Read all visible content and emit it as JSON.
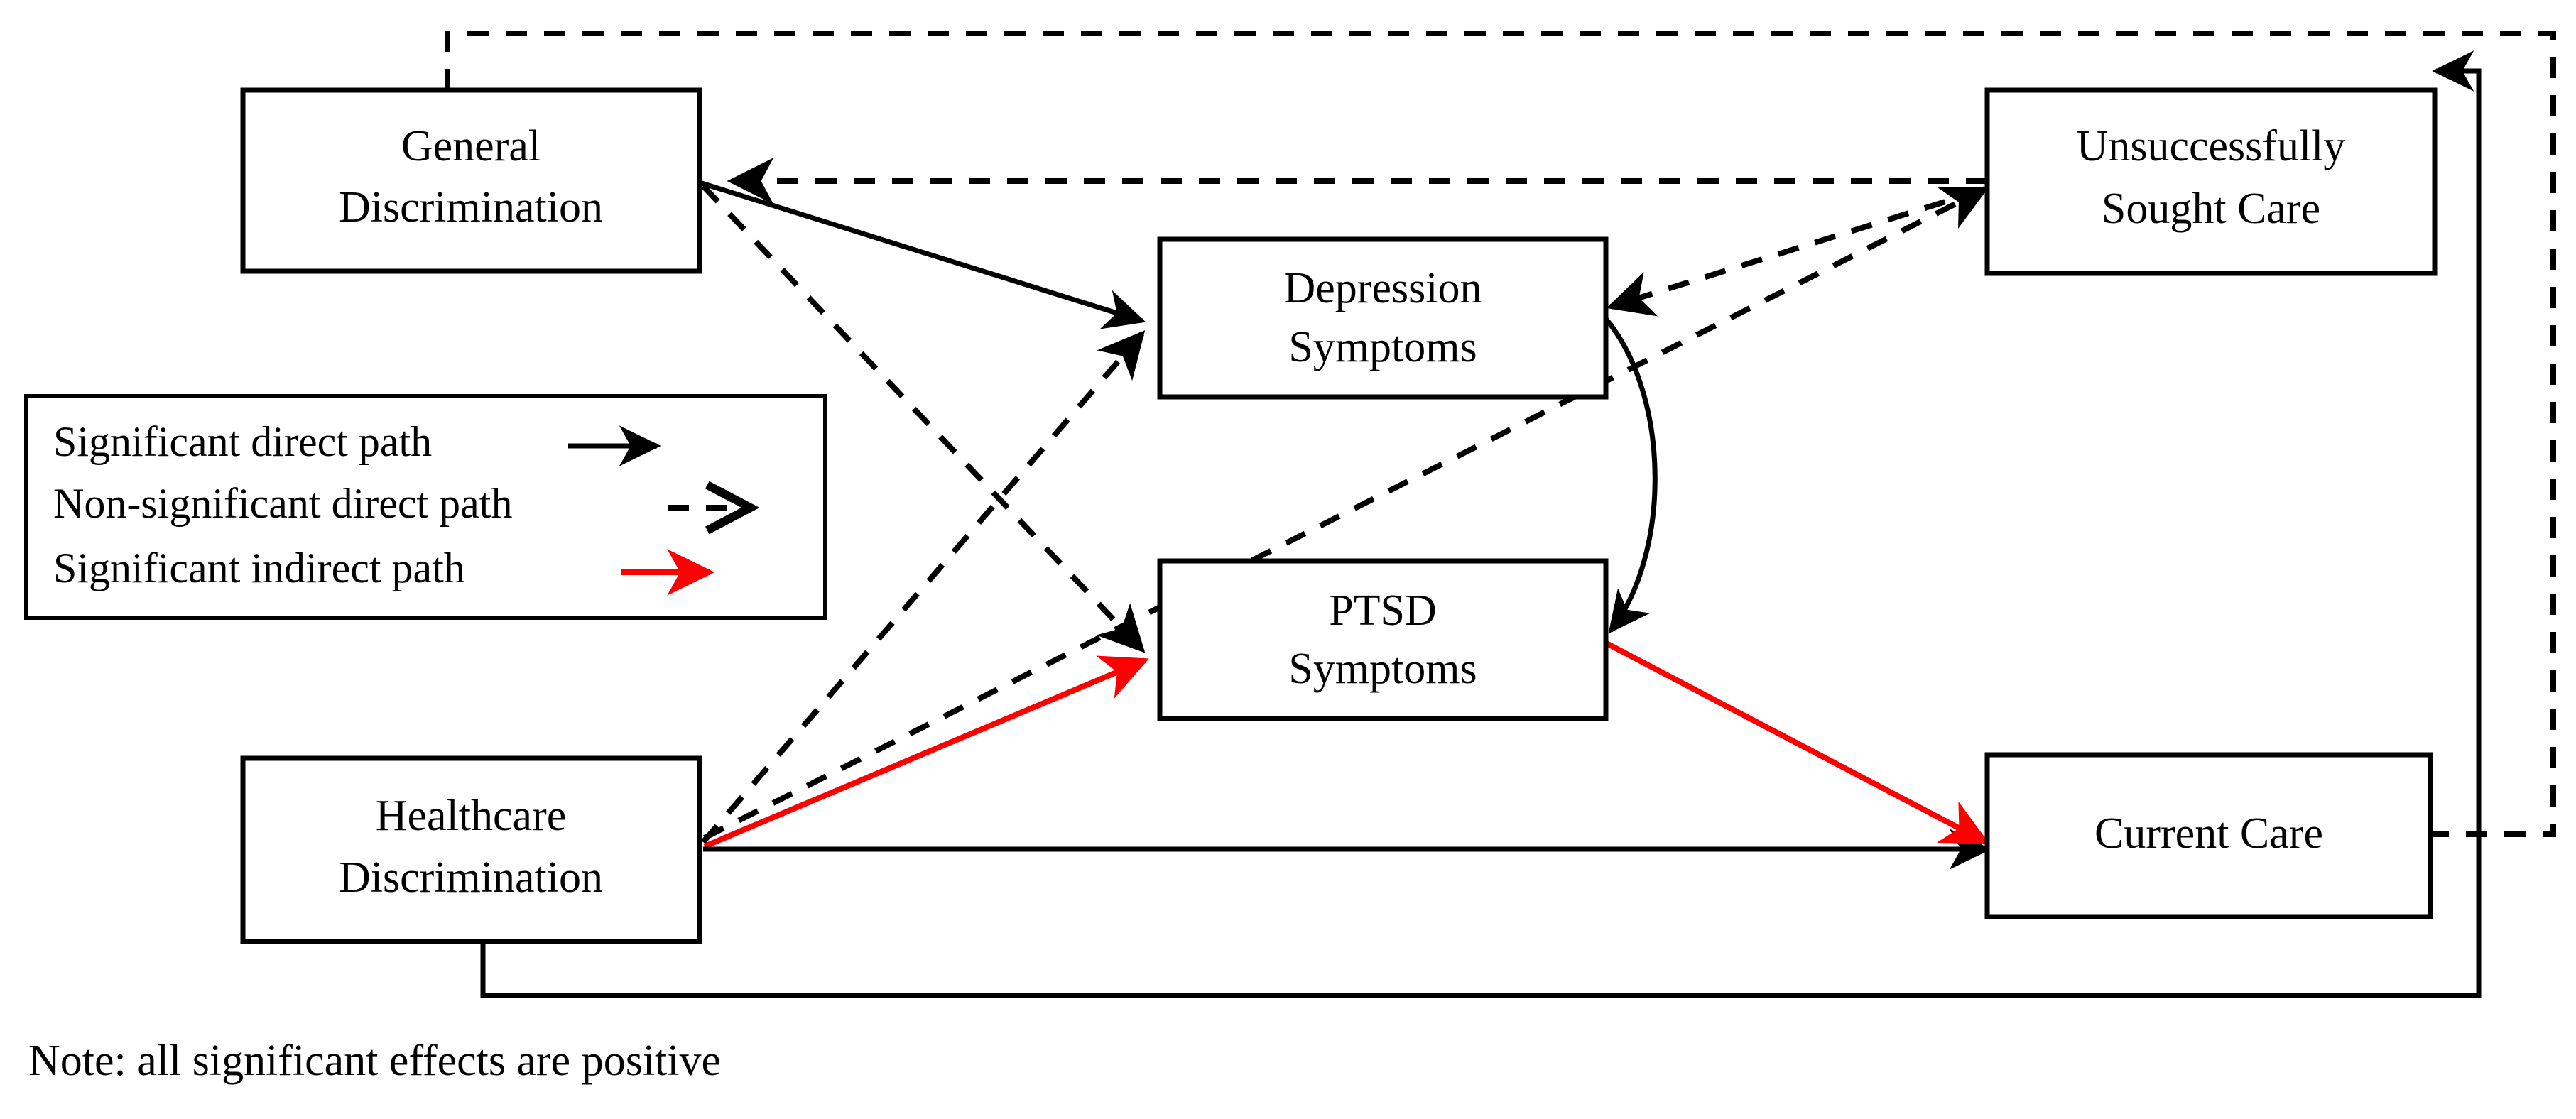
{
  "figure": {
    "type": "path-diagram",
    "note": "Note: all significant effects are positive"
  },
  "nodes": [
    {
      "id": "general-discrimination",
      "line1": "General",
      "line2": "Discrimination"
    },
    {
      "id": "healthcare-discrimination",
      "line1": "Healthcare",
      "line2": "Discrimination"
    },
    {
      "id": "depression-symptoms",
      "line1": "Depression",
      "line2": "Symptoms"
    },
    {
      "id": "ptsd-symptoms",
      "line1": "PTSD",
      "line2": "Symptoms"
    },
    {
      "id": "unsuccessfully-sought-care",
      "line1": "Unsuccessfully",
      "line2": "Sought Care"
    },
    {
      "id": "current-care",
      "line1": "Current Care",
      "line2": ""
    }
  ],
  "legend": {
    "items": [
      {
        "label": "Significant  direct path",
        "style": "solid-arrow",
        "color": "#000000"
      },
      {
        "label": "Non-significant  direct path",
        "style": "dashed-arrow",
        "color": "#000000"
      },
      {
        "label": "Significant  indirect path",
        "style": "solid-arrow",
        "color": "#ff0000"
      }
    ]
  },
  "colors": {
    "significant": "#000000",
    "non_significant": "#000000",
    "indirect": "#ff0000",
    "box_stroke": "#000000",
    "background": "#ffffff"
  },
  "edges": [
    {
      "from": "general-discrimination",
      "to": "depression-symptoms",
      "style": "solid",
      "meaning": "significant direct path"
    },
    {
      "from": "general-discrimination",
      "to": "ptsd-symptoms",
      "style": "dashed",
      "meaning": "non-significant direct path"
    },
    {
      "from": "general-discrimination",
      "to": "unsuccessfully-sought-care",
      "style": "dashed",
      "meaning": "non-significant direct path"
    },
    {
      "from": "general-discrimination",
      "to": "current-care",
      "style": "dashed",
      "meaning": "non-significant direct path"
    },
    {
      "from": "healthcare-discrimination",
      "to": "ptsd-symptoms",
      "style": "red",
      "meaning": "significant indirect path"
    },
    {
      "from": "healthcare-discrimination",
      "to": "depression-symptoms",
      "style": "dashed",
      "meaning": "non-significant direct path"
    },
    {
      "from": "healthcare-discrimination",
      "to": "unsuccessfully-sought-care",
      "style": "dashed",
      "meaning": "non-significant direct path"
    },
    {
      "from": "healthcare-discrimination",
      "to": "current-care",
      "style": "solid",
      "meaning": "significant direct path"
    },
    {
      "from": "depression-symptoms",
      "to": "ptsd-symptoms",
      "style": "solid-bidirectional",
      "meaning": "correlated residuals"
    },
    {
      "from": "ptsd-symptoms",
      "to": "current-care",
      "style": "red",
      "meaning": "significant indirect path"
    },
    {
      "from": "unsuccessfully-sought-care",
      "to": "depression-symptoms",
      "style": "dashed",
      "meaning": "non-significant direct path"
    },
    {
      "from": "current-care",
      "to": "unsuccessfully-sought-care",
      "style": "solid",
      "meaning": "significant direct path"
    }
  ]
}
